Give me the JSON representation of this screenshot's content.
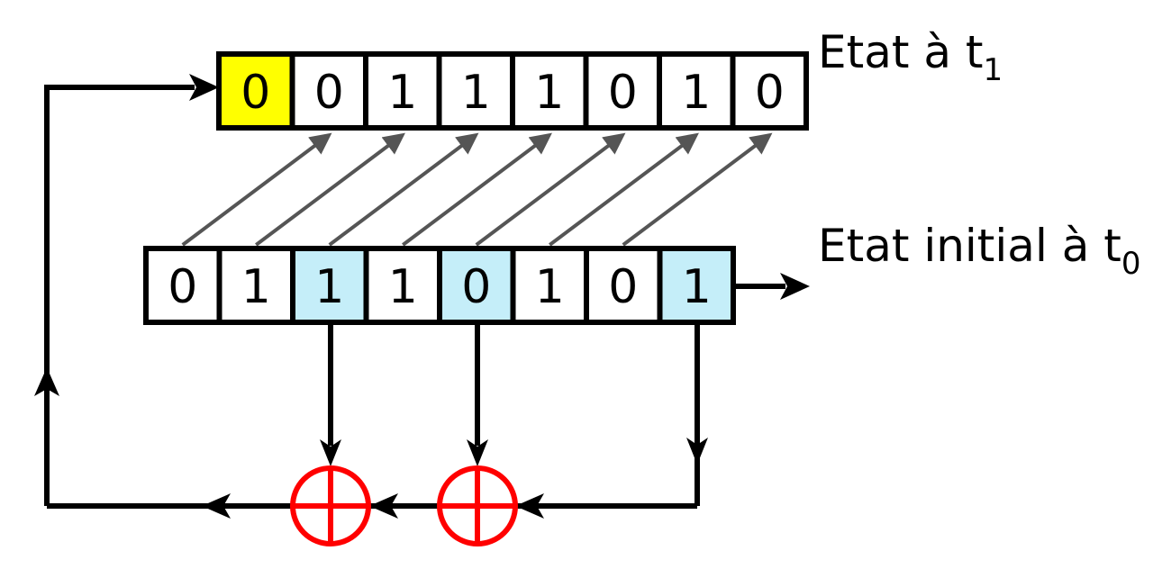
{
  "register_t1": {
    "label_main": "Etat à t",
    "label_sub": "1",
    "bits": [
      "0",
      "0",
      "1",
      "1",
      "1",
      "0",
      "1",
      "0"
    ],
    "highlighted": [
      0
    ]
  },
  "register_t0": {
    "label_main": "Etat initial à t",
    "label_sub": "0",
    "bits": [
      "0",
      "1",
      "1",
      "1",
      "0",
      "1",
      "0",
      "1"
    ],
    "taps": [
      2,
      4,
      7
    ]
  },
  "colors": {
    "new_bit": "#ffff00",
    "tap": "#c5eef9",
    "xor": "#ff0000",
    "shift_arrow": "#555555",
    "line": "#000000"
  },
  "icons": {
    "xor": "circled-plus-icon",
    "arrow": "arrow-head-icon"
  }
}
